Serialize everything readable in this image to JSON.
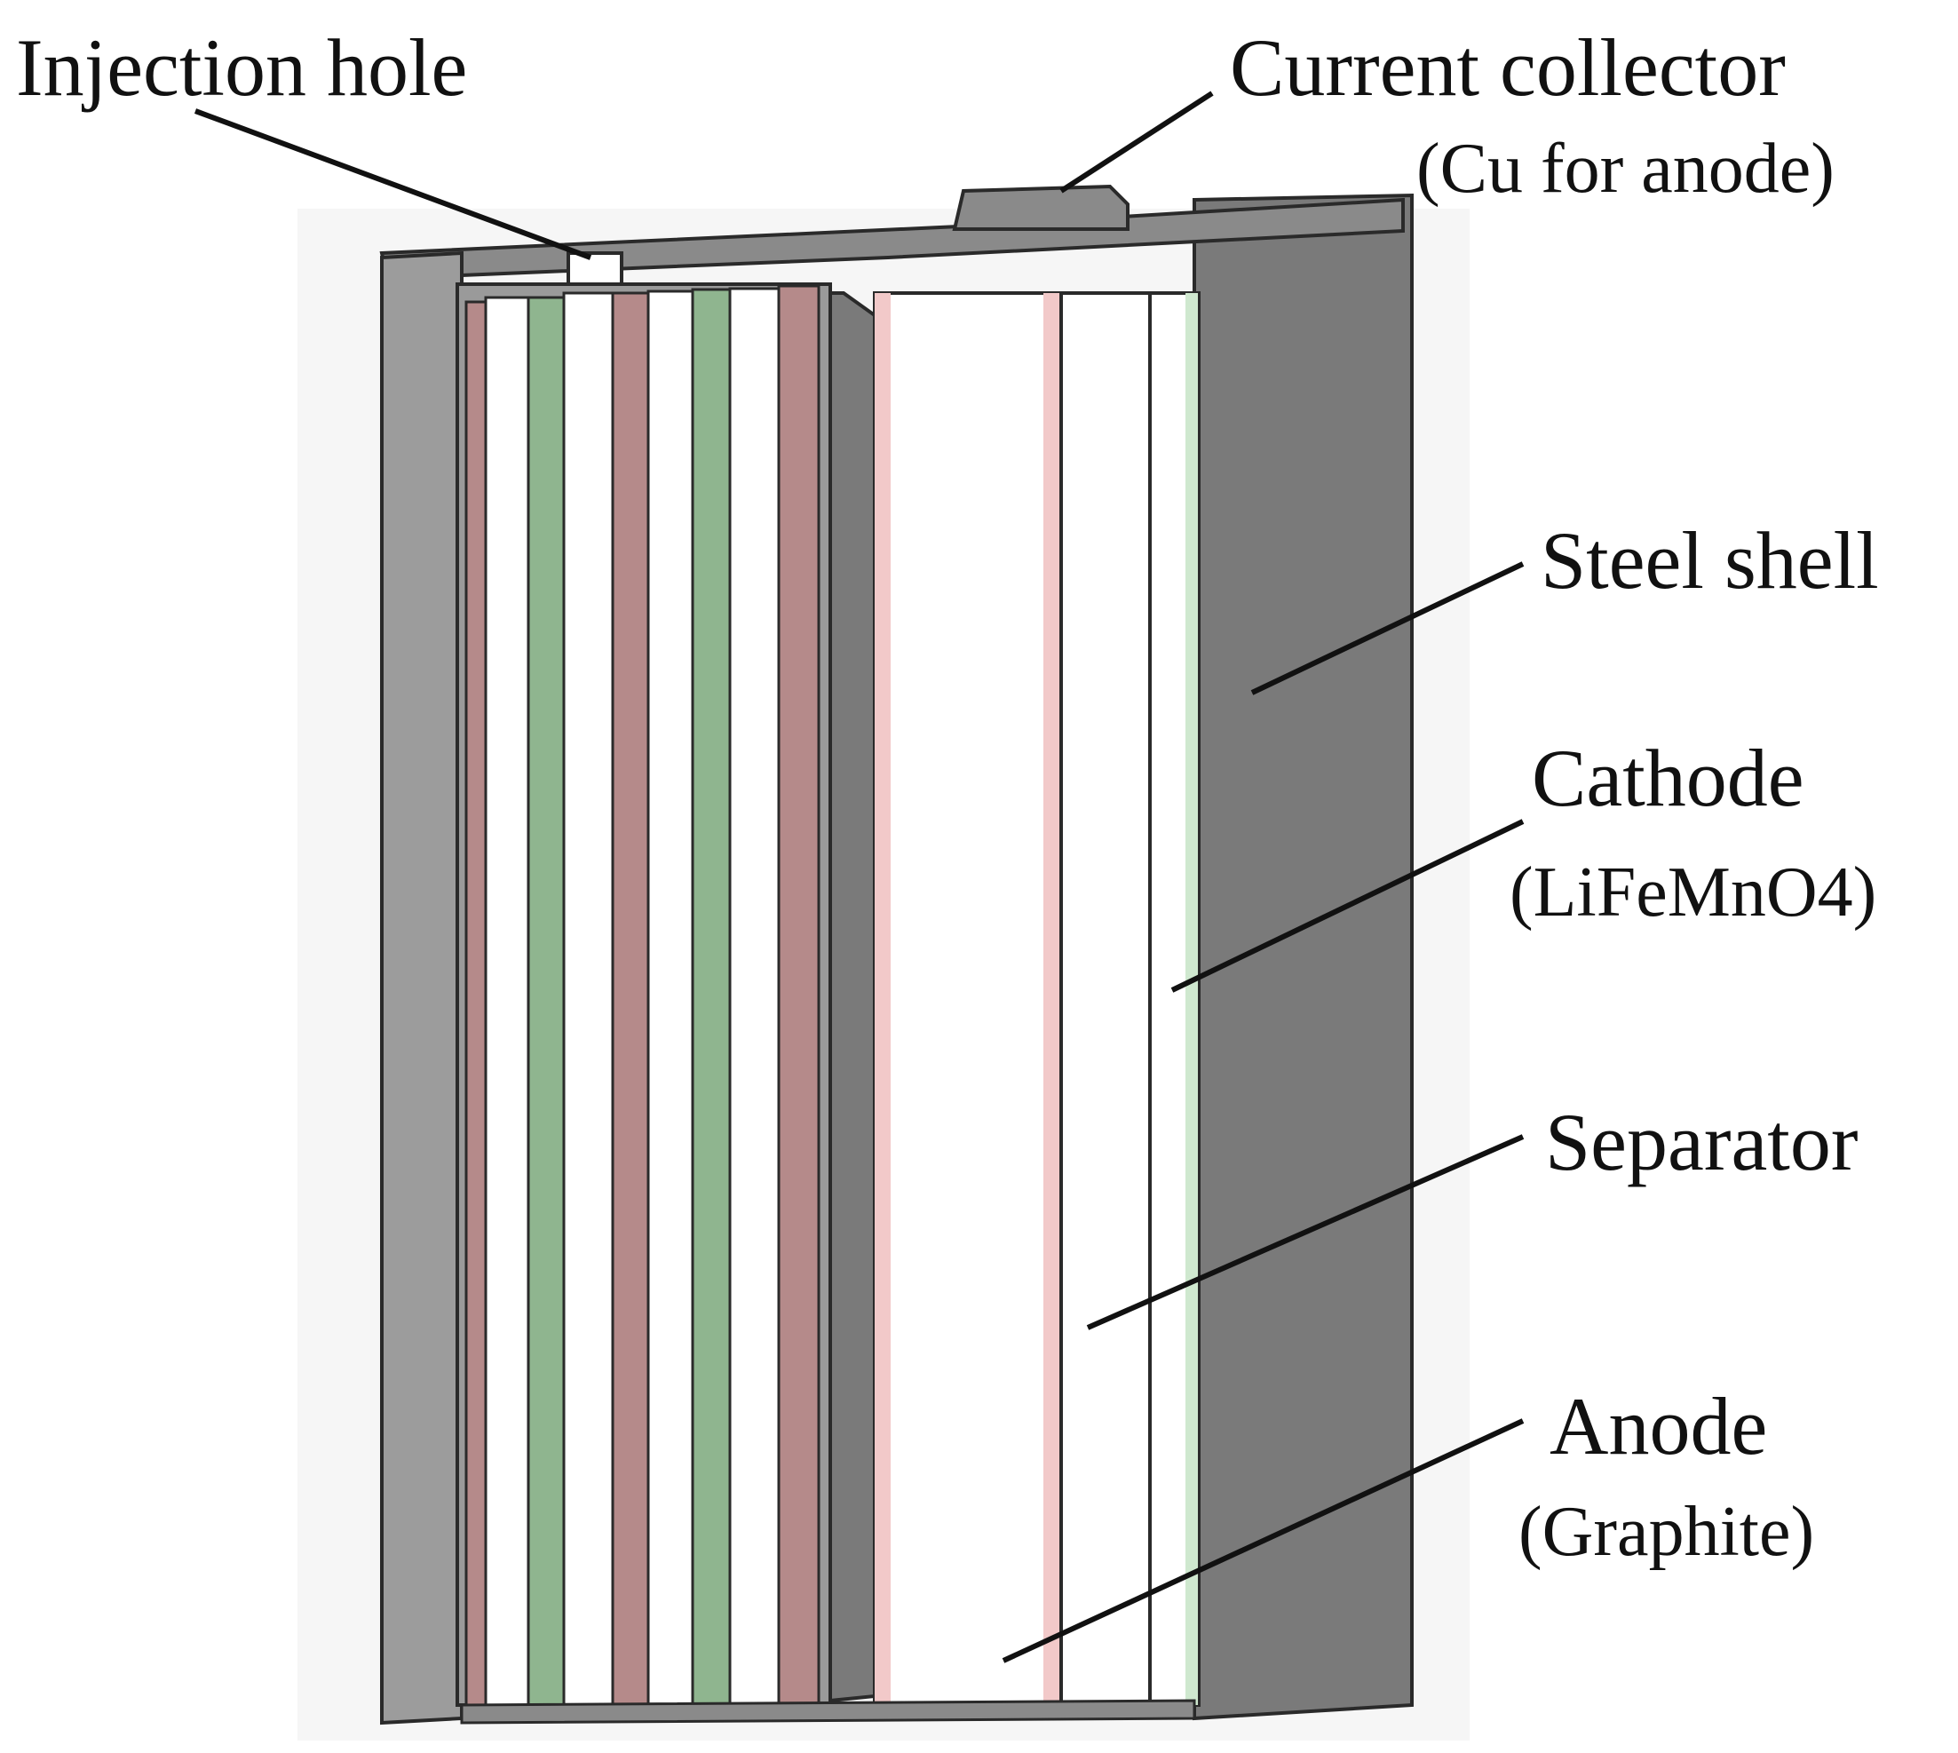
{
  "labels": {
    "injection_hole": "Injection hole",
    "current_collector": "Current collector",
    "current_collector_sub": "(Cu for anode)",
    "steel_shell": "Steel shell",
    "cathode": "Cathode",
    "cathode_sub": "(LiFeMnO4)",
    "separator": "Separator",
    "anode": "Anode",
    "anode_sub": "(Graphite)"
  },
  "colors": {
    "shell_dark": "#7a7a7a",
    "shell_light": "#9c9c9c",
    "cathode_green": "#8fb58f",
    "anode_pink": "#b58a8a",
    "separator_white": "#ffffff",
    "outline": "#2a2a2a"
  }
}
